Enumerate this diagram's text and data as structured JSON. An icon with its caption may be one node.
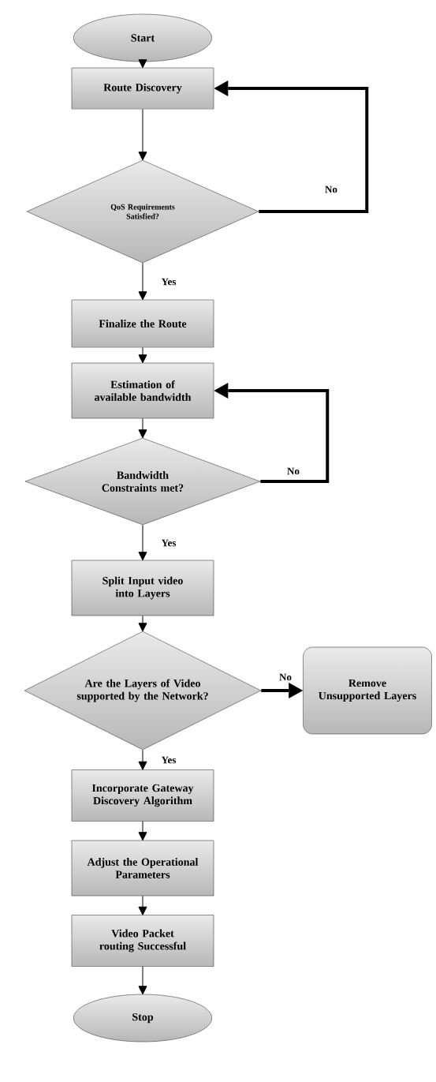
{
  "diagram": {
    "nodes": [
      {
        "text": [
          "Start"
        ]
      },
      {
        "text": [
          "Route Discovery"
        ]
      },
      {
        "text": [
          "QoS Requirements Satisfied?"
        ]
      },
      {
        "text": [
          "Finalize the Route"
        ]
      },
      {
        "text": [
          "Estimation of available bandwidth"
        ]
      },
      {
        "text": [
          "Bandwidth Constraints met?"
        ]
      },
      {
        "text": [
          "Split Input video into Layers"
        ]
      },
      {
        "text": [
          "Are the Layers of Video supported by the Network?"
        ]
      },
      {
        "text": [
          "Remove Unsupported Layers"
        ]
      },
      {
        "text": [
          "Incorporate Gateway Discovery Algorithm"
        ]
      },
      {
        "text": [
          "Adjust the Operational Parameters"
        ]
      },
      {
        "text": [
          "Video Packet routing Successful"
        ]
      },
      {
        "text": [
          "Stop"
        ]
      }
    ],
    "edges": [
      {
        "from": 0,
        "to": 1,
        "arrow": "to"
      },
      {
        "from": 1,
        "to": 2,
        "arrow": "to"
      },
      {
        "from": 2,
        "to": 1,
        "arrow": "to",
        "label": "No",
        "style": "thick"
      },
      {
        "from": 2,
        "to": 3,
        "arrow": "to",
        "label": "Yes"
      },
      {
        "from": 3,
        "to": 4,
        "arrow": "to"
      },
      {
        "from": 4,
        "to": 5,
        "arrow": "to"
      },
      {
        "from": 5,
        "to": 4,
        "arrow": "to",
        "label": "No",
        "style": "thick"
      },
      {
        "from": 5,
        "to": 6,
        "arrow": "to",
        "label": "Yes"
      },
      {
        "from": 6,
        "to": 7,
        "arrow": "to"
      },
      {
        "from": 7,
        "to": 8,
        "arrow": "to",
        "label": "No",
        "style": "thick"
      },
      {
        "from": 7,
        "to": 9,
        "arrow": "to",
        "label": "Yes"
      },
      {
        "from": 9,
        "to": 10,
        "arrow": "to"
      },
      {
        "from": 10,
        "to": 11,
        "arrow": "to"
      },
      {
        "from": 11,
        "to": 12,
        "arrow": "to"
      }
    ]
  }
}
